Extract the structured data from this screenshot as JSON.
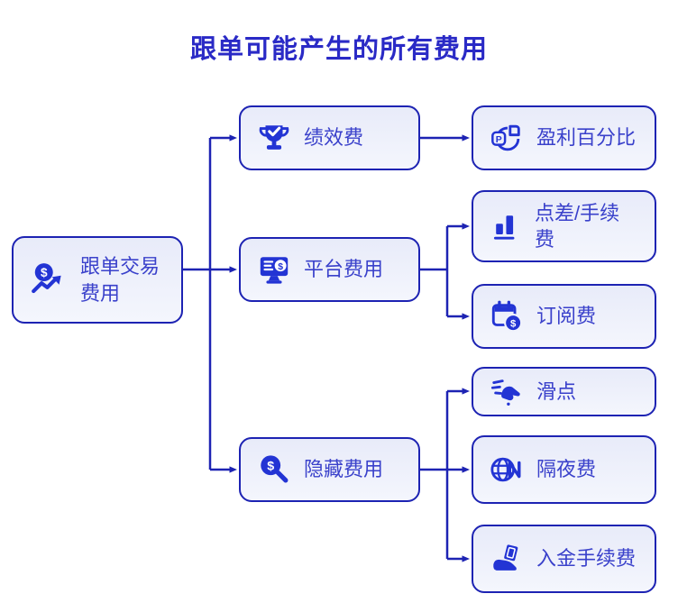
{
  "title": "跟单可能产生的所有费用",
  "colors": {
    "accent_line": "#1d23b3",
    "title_text": "#2a2ac6",
    "node_text": "#3a41cb",
    "icon_blue": "#2334d4",
    "node_fill_top": "#e8ebf9",
    "node_fill_bottom": "#f4f6fd",
    "background": "#ffffff"
  },
  "tree": {
    "label": "跟单交易费用",
    "icon": "coin-trend-arrow-icon",
    "children": [
      {
        "label": "绩效费",
        "icon": "trophy-check-icon",
        "children": [
          {
            "label": "盈利百分比",
            "icon": "pie-chart-p-icon"
          }
        ]
      },
      {
        "label": "平台费用",
        "icon": "monitor-dollar-icon",
        "children": [
          {
            "label": "点差/手续费",
            "icon": "bar-chart-icon"
          },
          {
            "label": "订阅费",
            "icon": "calendar-dollar-icon"
          }
        ]
      },
      {
        "label": "隐藏费用",
        "icon": "magnifier-dollar-icon",
        "children": [
          {
            "label": "滑点",
            "icon": "slip-icon"
          },
          {
            "label": "隔夜费",
            "icon": "globe-night-icon"
          },
          {
            "label": "入金手续费",
            "icon": "hand-money-icon"
          }
        ]
      }
    ]
  }
}
